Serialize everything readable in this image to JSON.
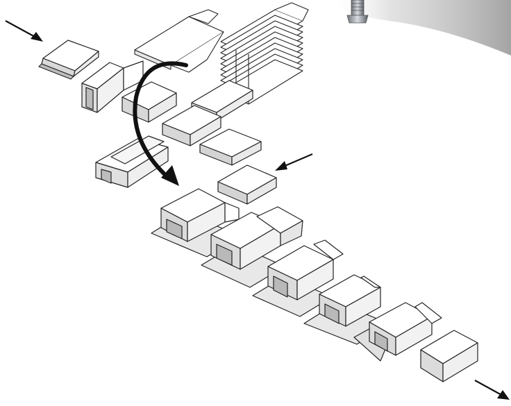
{
  "diagram": {
    "title": "",
    "input_arrows": [
      "flat-blank-infeed-arrow",
      "product-infeed-arrow"
    ],
    "output_arrow": "finished-carton-outfeed-arrow",
    "stages": [
      "flat-carton-blank",
      "carton-blank-magazine-stack",
      "carton-erected-on-transfer",
      "carton-opened",
      "carton-inverted-on-conveyor",
      "product-block",
      "carton-filled-flaps-open",
      "carton-flaps-folding",
      "carton-end-tuck",
      "carton-closing",
      "finished-sealed-carton"
    ],
    "colors": {
      "line": "#222222",
      "face_top": "#ffffff",
      "face_side": "#e6e6e6",
      "face_dark": "#c8c8c8",
      "arrow": "#111111",
      "spindle": "#8a8f96"
    }
  }
}
